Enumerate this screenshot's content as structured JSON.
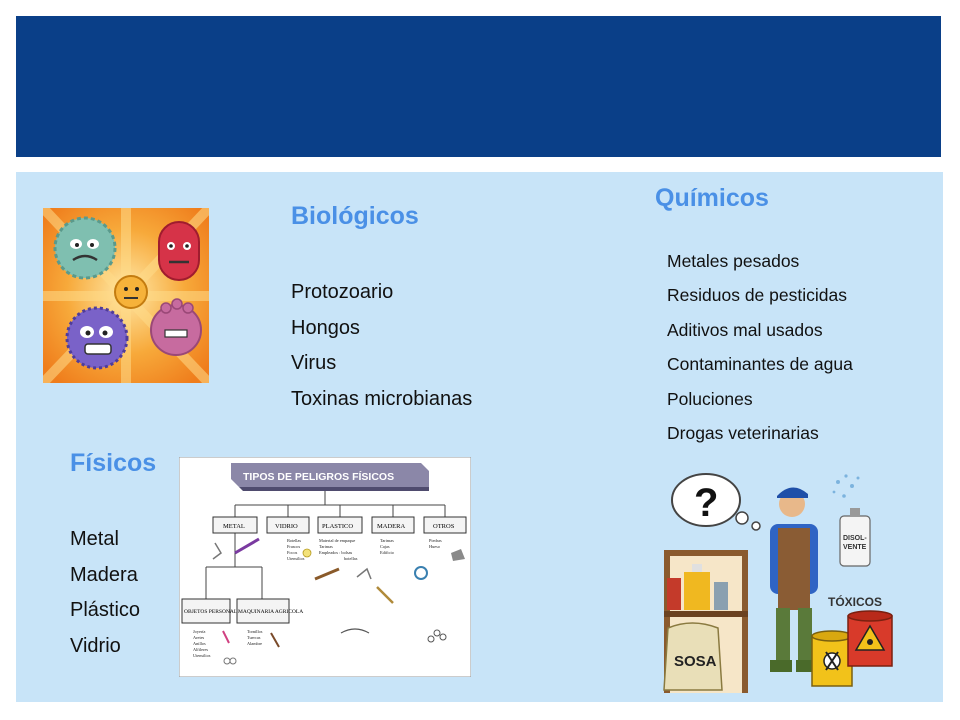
{
  "slide": {
    "title_bar_color": "#0a3f88",
    "content_bg_color": "#c8e4f8",
    "heading_color": "#4a90e6"
  },
  "biologicos": {
    "heading": "Biológicos",
    "items": [
      "Protozoario",
      "Hongos",
      "Virus",
      "Toxinas microbianas"
    ]
  },
  "quimicos": {
    "heading": "Químicos",
    "items": [
      "Metales pesados",
      "Residuos de pesticidas",
      "Aditivos mal usados",
      "Contaminantes de agua",
      "Poluciones",
      "Drogas veterinarias"
    ]
  },
  "fisicos": {
    "heading": "Físicos",
    "items": [
      "Metal",
      "Madera",
      "Plástico",
      "Vidrio"
    ]
  },
  "diagram": {
    "title": "TIPOS DE PELIGROS FÍSICOS",
    "categories": [
      "METAL",
      "VIDRIO",
      "PLASTICO",
      "MADERA",
      "OTROS"
    ],
    "sub_categories": [
      "OBJETOS PERSONALES",
      "MAQUINARIA AGRICOLA"
    ],
    "vidrio_items": [
      "Botellas",
      "Frascos",
      "Focos",
      "Utensilios"
    ],
    "plastico_items": [
      "Material de empaque",
      "Tarimas",
      "Empleados : bolsas",
      "botellas"
    ],
    "madera_items": [
      "Tarimas",
      "Cajas",
      "Edificio"
    ],
    "otros_items": [
      "Piedras",
      "Hueso"
    ],
    "personales_items": [
      "Joyería",
      "Aretes",
      "Anillos",
      "Alfileres",
      "Utensilios"
    ],
    "maquinaria_items": [
      "Tornillos",
      "Tuercas",
      "Alambre"
    ]
  },
  "toxic": {
    "question_mark": "?",
    "disolvente_label": "DISOL-\nVENTE",
    "toxicos_label": "TÓXICOS",
    "sosa_label": "SOSA"
  }
}
